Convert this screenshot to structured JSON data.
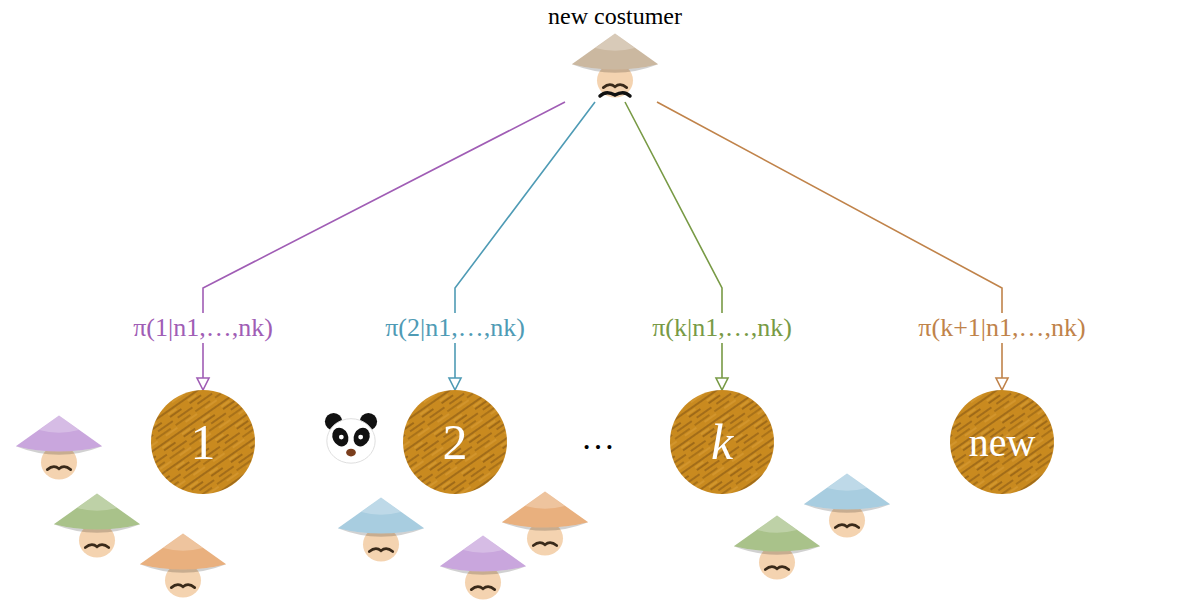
{
  "diagram": {
    "nodes": [
      {
        "text": [
          "new costumer"
        ]
      },
      {
        "text": [
          "1"
        ]
      },
      {
        "text": [
          "2"
        ]
      },
      {
        "text": [
          "k"
        ]
      },
      {
        "text": [
          "new"
        ]
      }
    ],
    "edges": [
      {
        "from": 0,
        "to": 1,
        "arrow": "to",
        "label": "π(1|n1,…,nk)"
      },
      {
        "from": 0,
        "to": 2,
        "arrow": "to",
        "label": "π(2|n1,…,nk)"
      },
      {
        "from": 0,
        "to": 3,
        "arrow": "to",
        "label": "π(k|n1,…,nk)"
      },
      {
        "from": 0,
        "to": 4,
        "arrow": "to",
        "label": "π(k+1|n1,…,nk)"
      }
    ],
    "labels": [
      "…"
    ]
  }
}
